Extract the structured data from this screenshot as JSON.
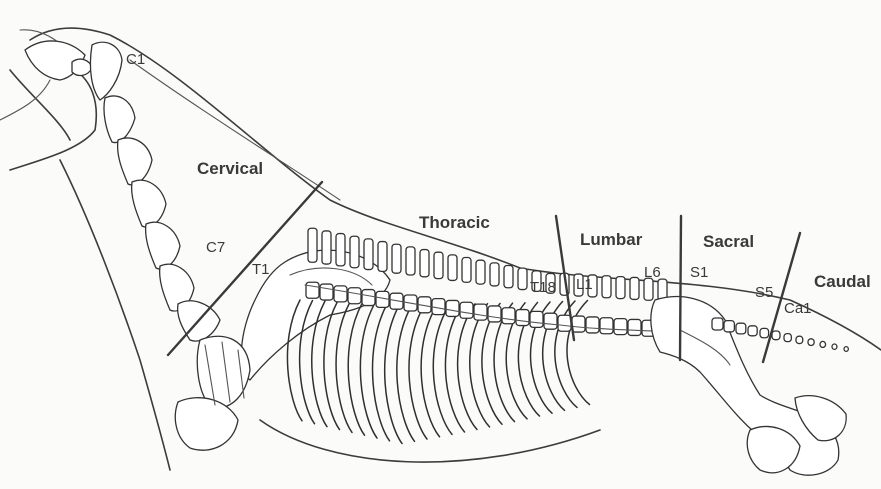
{
  "regions": {
    "cervical": "Cervical",
    "thoracic": "Thoracic",
    "lumbar": "Lumbar",
    "sacral": "Sacral",
    "caudal": "Caudal"
  },
  "vertebrae": {
    "c1": "C1",
    "c7": "C7",
    "t1": "T1",
    "t18": "T18",
    "l1": "L1",
    "l6": "L6",
    "s1": "S1",
    "s5": "S5",
    "ca1": "Ca1"
  }
}
